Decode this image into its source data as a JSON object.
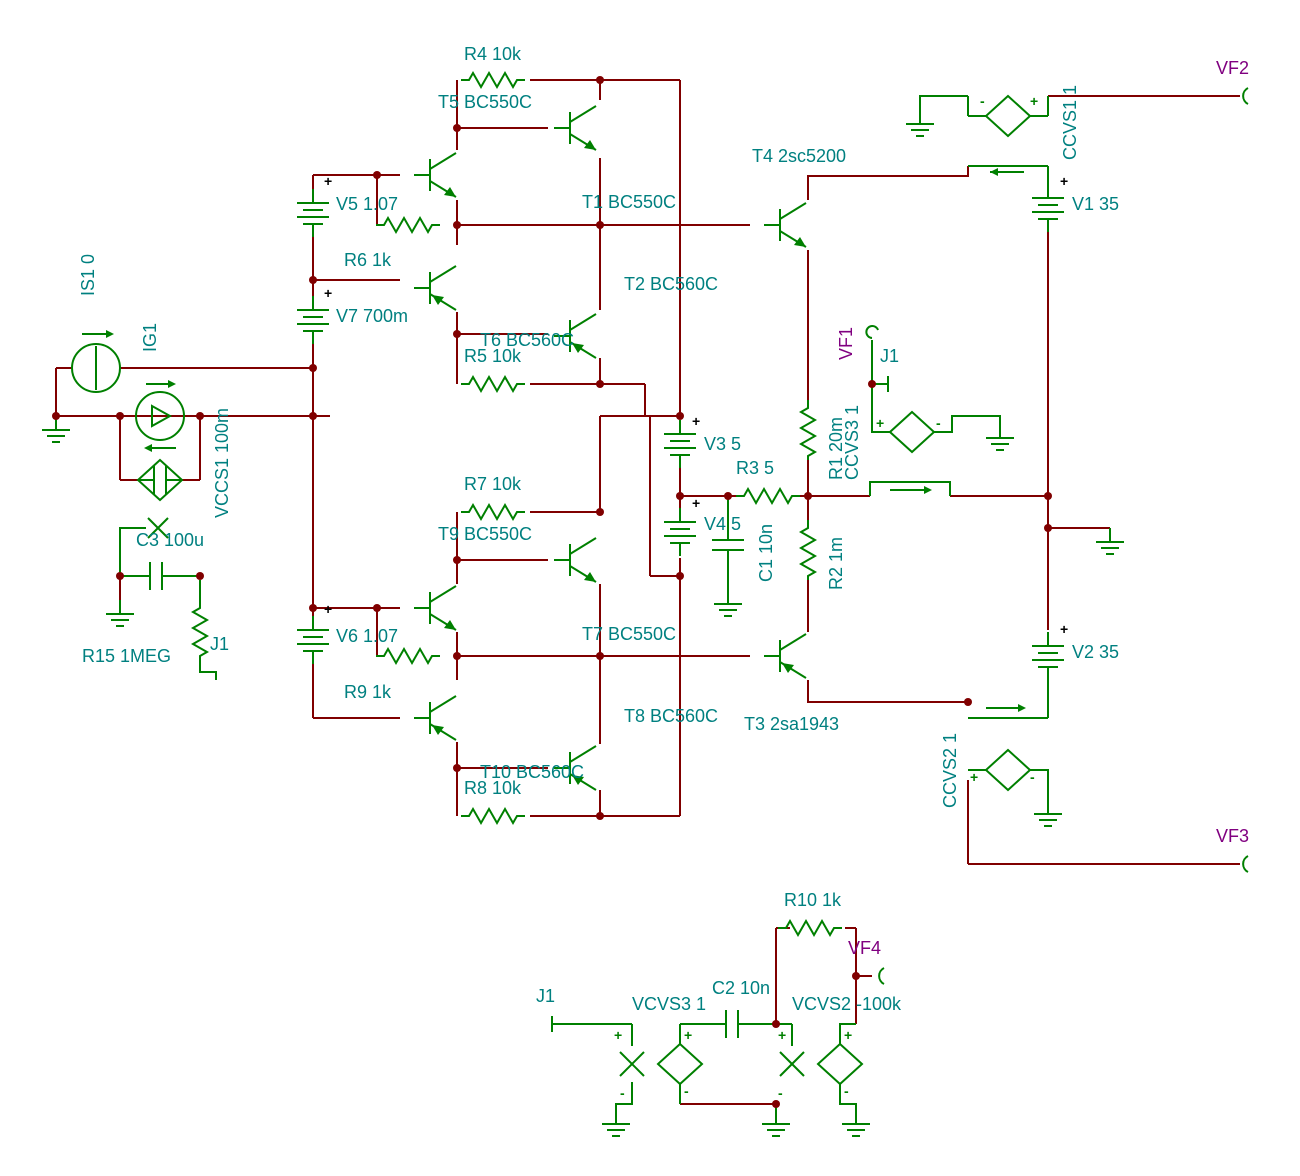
{
  "labels": {
    "R4": "R4 10k",
    "T5": "T5 BC550C",
    "V5": "V5 1.07",
    "T1": "T1 BC550C",
    "R6": "R6 1k",
    "T2": "T2 BC560C",
    "V7": "V7 700m",
    "T6": "T6 BC560C",
    "R5": "R5 10k",
    "IS1": "IS1 0",
    "IG1": "IG1",
    "VCCS1": "VCCS1 100m",
    "C3": "C3 100u",
    "R15": "R15 1MEG",
    "J1a": "J1",
    "V3": "V3 5",
    "R3": "R3 5",
    "V4": "V4 5",
    "C1": "C1 10n",
    "R1": "R1 20m",
    "R2": "R2 1m",
    "R7": "R7 10k",
    "T9": "T9 BC550C",
    "V6": "V6 1.07",
    "T7": "T7 BC550C",
    "R9": "R9 1k",
    "T8": "T8 BC560C",
    "T10": "T10 BC560C",
    "R8": "R8 10k",
    "T4": "T4 2sc5200",
    "T3": "T3 2sa1943",
    "V1": "V1 35",
    "V2": "V2 35",
    "CCVS1": "CCVS1 1",
    "CCVS2": "CCVS2 1",
    "CCVS3": "CCVS3 1",
    "VF1": "VF1",
    "VF2": "VF2",
    "VF3": "VF3",
    "VF4": "VF4",
    "J1b": "J1",
    "J1c": "J1",
    "R10": "R10 1k",
    "C2": "C2 10n",
    "VCVS3": "VCVS3 1",
    "VCVS2": "VCVS2 -100k"
  },
  "colors": {
    "wire": "#800000",
    "component": "#008000",
    "label": "#008080",
    "probe_label": "#800080"
  }
}
